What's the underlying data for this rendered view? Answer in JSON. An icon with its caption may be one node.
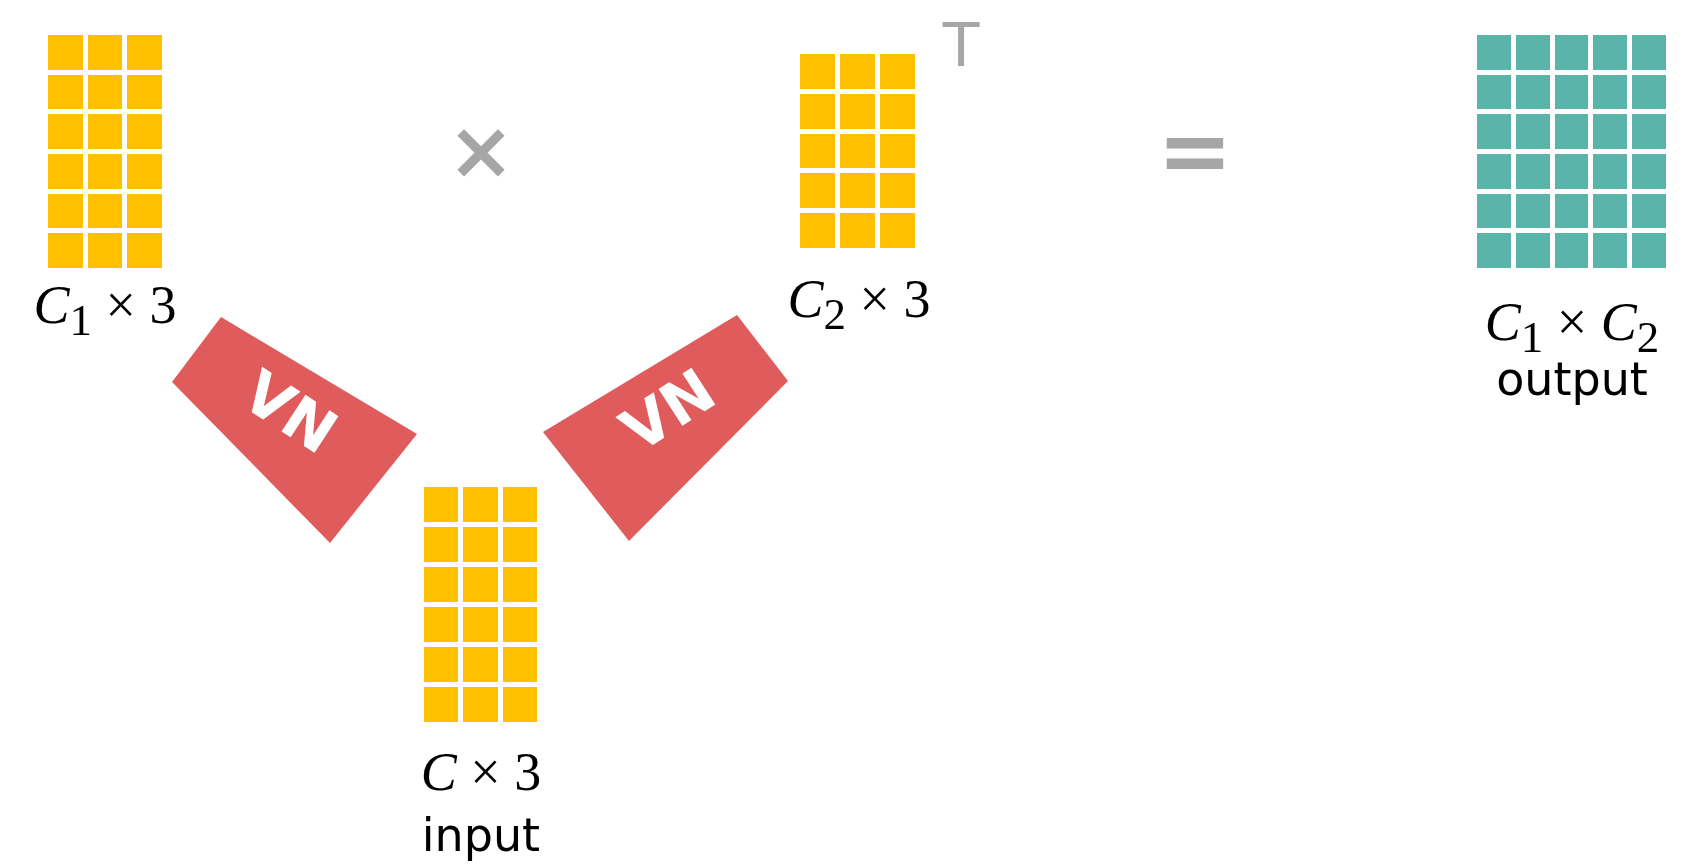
{
  "diagram": {
    "nodes": [
      {
        "text": [],
        "shape": "picture",
        "beside": [
          "*C*$_{1}$ × 3"
        ]
      },
      {
        "text": [],
        "shape": "picture",
        "beside": [
          "*C*$_{2}$ × 3"
        ]
      },
      {
        "text": [],
        "shape": "picture",
        "beside": [
          "*C*$_{1}$ × *C*$_{2}$",
          "output"
        ]
      },
      {
        "text": [
          "VN"
        ]
      },
      {
        "text": [
          "VN"
        ]
      },
      {
        "text": [],
        "shape": "picture",
        "beside": [
          "*C* × 3",
          "input"
        ]
      }
    ],
    "labels": [
      "×",
      "T",
      "="
    ]
  }
}
